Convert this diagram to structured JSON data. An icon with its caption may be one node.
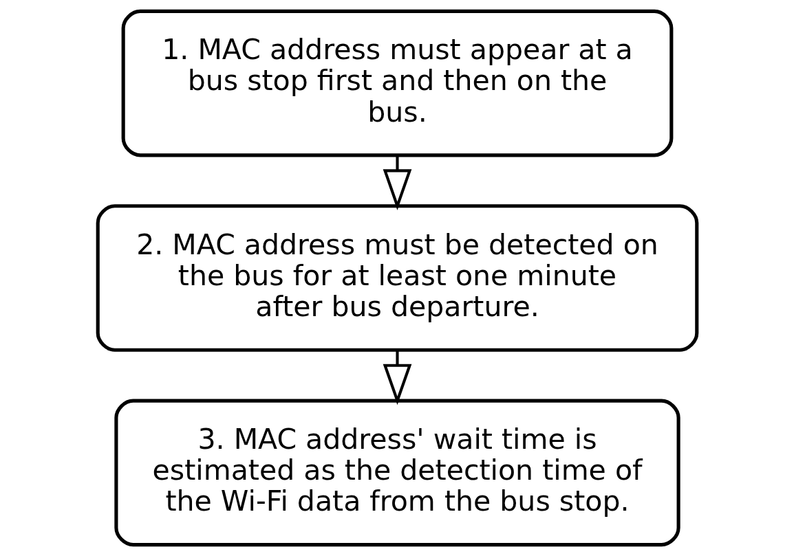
{
  "diagram": {
    "nodes": [
      {
        "text": [
          "1. MAC address must appear at a bus stop first and then on the bus."
        ]
      },
      {
        "text": [
          "2. MAC address must be detected on the bus for at least one minute after bus departure."
        ]
      },
      {
        "text": [
          "3. MAC address' wait time is estimated as the detection time of the Wi-Fi data from the bus stop."
        ]
      }
    ],
    "edges": [
      {
        "from": 0,
        "to": 1,
        "arrow": "to"
      },
      {
        "from": 1,
        "to": 2,
        "arrow": "to"
      }
    ]
  }
}
